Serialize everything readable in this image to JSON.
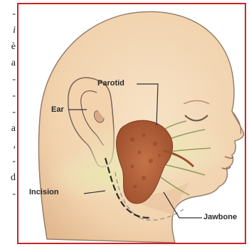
{
  "side_text": [
    "-",
    "i",
    "è",
    "a",
    "-",
    "-",
    "-",
    "a",
    ",",
    "-",
    "d",
    "-"
  ],
  "figure": {
    "labels": {
      "parotid": "Parotid",
      "ear": "Ear",
      "incision": "Incision",
      "jawbone": "Jawbone"
    },
    "colors": {
      "frame": "#c8242a",
      "skin": "#f4d8b6",
      "skin_shadow": "#e2b88f",
      "gland": "#b5623a",
      "nerve_haze": "#e6e3a6"
    }
  }
}
